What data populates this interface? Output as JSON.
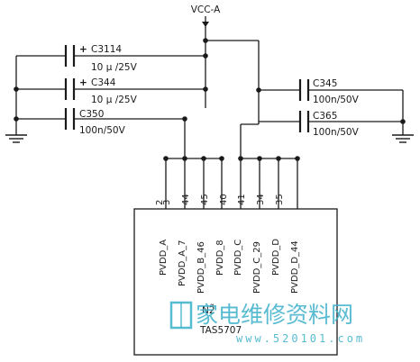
{
  "supply": {
    "net_label": "VCC-A"
  },
  "capacitors": [
    {
      "ref": "C3114",
      "value": "10 μ /25V",
      "polarized": true,
      "polarity": "+"
    },
    {
      "ref": "C344",
      "value": "10 μ /25V",
      "polarized": true,
      "polarity": "+"
    },
    {
      "ref": "C350",
      "value": "100n/50V",
      "polarized": false
    },
    {
      "ref": "C345",
      "value": "100n/50V",
      "polarized": false
    },
    {
      "ref": "C365",
      "value": "100n/50V",
      "polarized": false
    }
  ],
  "ic": {
    "designator": "N2̃",
    "part": "TAS5707",
    "pins": [
      {
        "number": "2",
        "name": "PVDD_A"
      },
      {
        "number": "3",
        "name": "PVDD_A_7"
      },
      {
        "number": "44",
        "name": "PVDD_B_46"
      },
      {
        "number": "45",
        "name": "PVDD_8"
      },
      {
        "number": "40",
        "name": "PVDD_C"
      },
      {
        "number": "41",
        "name": "PVDD_C_29"
      },
      {
        "number": "34",
        "name": "PVDD_D"
      },
      {
        "number": "35",
        "name": "PVDD_D_44"
      }
    ]
  },
  "watermark": {
    "text": "家电维修资料网",
    "url": "www.520101.com"
  },
  "colors": {
    "wire": "#1a1a1a",
    "watermark": "#3bb0c9"
  }
}
